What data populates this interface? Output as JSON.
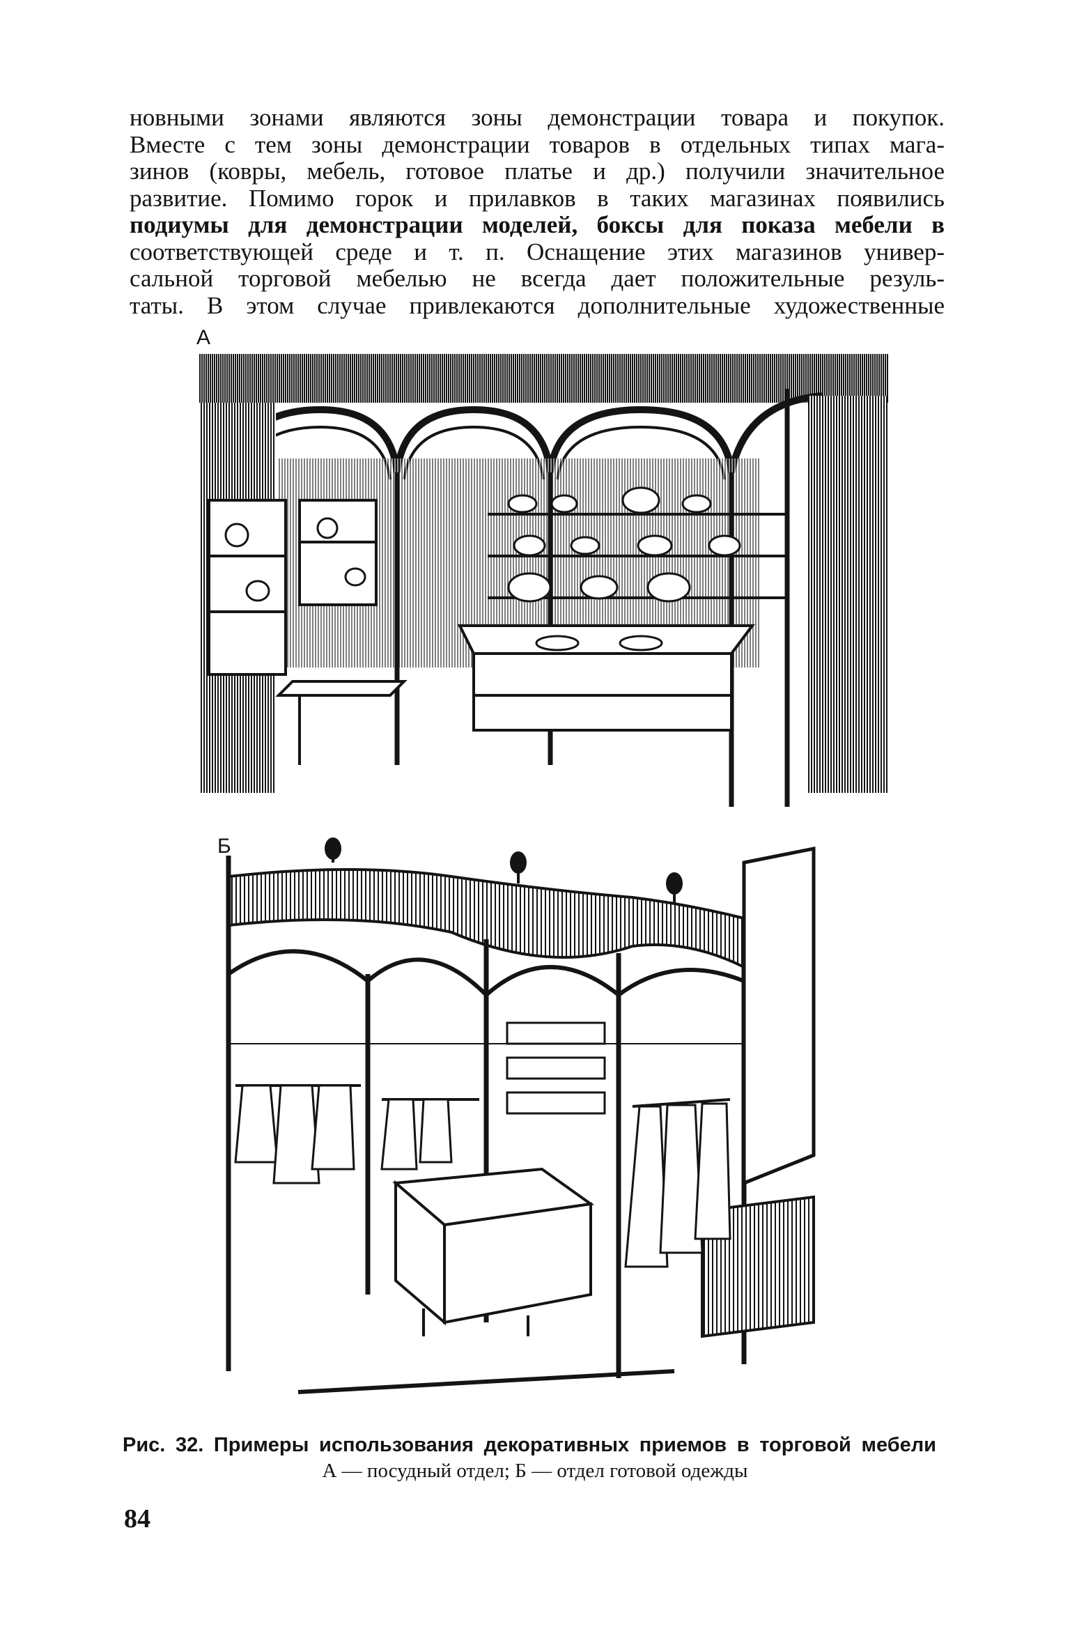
{
  "body_text": {
    "lines": [
      "новными зонами являются зоны демонстрации товара и покупок.",
      "Вместе с тем зоны демонстрации товаров в отдельных типах мага-",
      "зинов (ковры, мебель, готовое платье и др.) получили значительное",
      "развитие. Помимо горок и прилавков в таких магазинах появились",
      "подиумы для демонстрации моделей, боксы для показа мебели в",
      "соответствующей среде и т. п. Оснащение этих магазинов универ-",
      "сальной торговой мебелью не всегда дает положительные резуль-",
      "таты. В этом случае привлекаются дополнительные художественные"
    ]
  },
  "figure": {
    "label_a": "А",
    "label_b": "Б",
    "caption_title": "Рис. 32. Примеры использования декоративных приемов в торговой мебели",
    "caption_sub": "А — посудный отдел; Б — отдел готовой одежды"
  },
  "page_number": "84",
  "colors": {
    "ink": "#141414",
    "paper": "#ffffff"
  }
}
